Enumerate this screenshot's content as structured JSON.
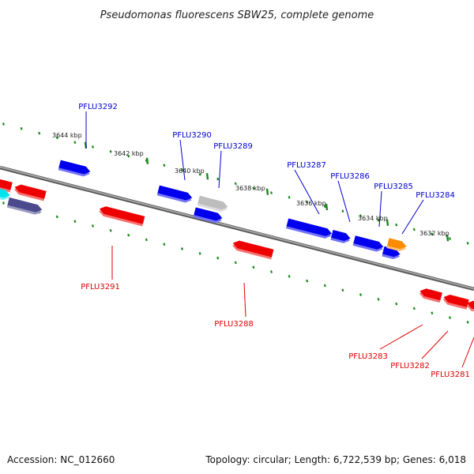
{
  "title": "Pseudomonas fluorescens SBW25, complete genome",
  "accession": "Accession: NC_012660",
  "summary": "Topology: circular; Length: 6,722,539 bp; Genes: 6,018",
  "colors": {
    "forward": "#0000ee",
    "reverse": "#ee0000",
    "cyan": "#00e5ee",
    "slate": "#4a4a8c",
    "grey": "#bdbdbd",
    "orange": "#ff8c00",
    "tick": "#1a8a1a",
    "backbone": "#8a8a8a",
    "label_forward": "#0000cc",
    "label_reverse": "#dd0000"
  },
  "kbp_ticks": [
    "3644 kbp",
    "3642 kbp",
    "3640 kbp",
    "3638 kbp",
    "3636 kbp",
    "3634 kbp",
    "3632 kbp"
  ],
  "genes": [
    {
      "name": "PFLU3292",
      "strand": "forward",
      "color": "forward"
    },
    {
      "name": "PFLU3291",
      "strand": "reverse",
      "color": "reverse"
    },
    {
      "name": "PFLU3290",
      "strand": "forward",
      "color": "forward"
    },
    {
      "name": "PFLU3289",
      "strand": "forward",
      "color": "grey"
    },
    {
      "name": "PFLU3288",
      "strand": "reverse",
      "color": "reverse"
    },
    {
      "name": "PFLU3287",
      "strand": "forward",
      "color": "forward"
    },
    {
      "name": "PFLU3286",
      "strand": "forward",
      "color": "forward"
    },
    {
      "name": "PFLU3285",
      "strand": "forward",
      "color": "forward"
    },
    {
      "name": "PFLU3284",
      "strand": "forward",
      "color": "orange"
    },
    {
      "name": "PFLU3283",
      "strand": "reverse",
      "color": "reverse"
    },
    {
      "name": "PFLU3282",
      "strand": "reverse",
      "color": "reverse"
    },
    {
      "name": "PFLU3281",
      "strand": "reverse",
      "color": "reverse"
    }
  ]
}
